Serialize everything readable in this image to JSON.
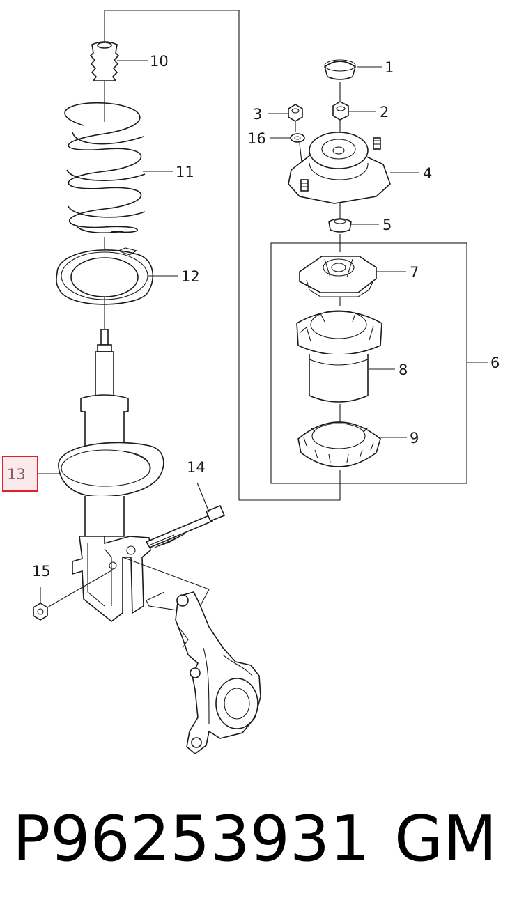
{
  "diagram": {
    "callouts": {
      "c1": "1",
      "c2": "2",
      "c3": "3",
      "c4": "4",
      "c5": "5",
      "c6": "6",
      "c7": "7",
      "c8": "8",
      "c9": "9",
      "c10": "10",
      "c11": "11",
      "c12": "12",
      "c13": "13",
      "c14": "14",
      "c15": "15",
      "c16": "16"
    },
    "highlighted_callout": "13",
    "highlight_color": "#e0202a"
  },
  "footer": {
    "part_number": "P96253931",
    "brand": "GM"
  }
}
